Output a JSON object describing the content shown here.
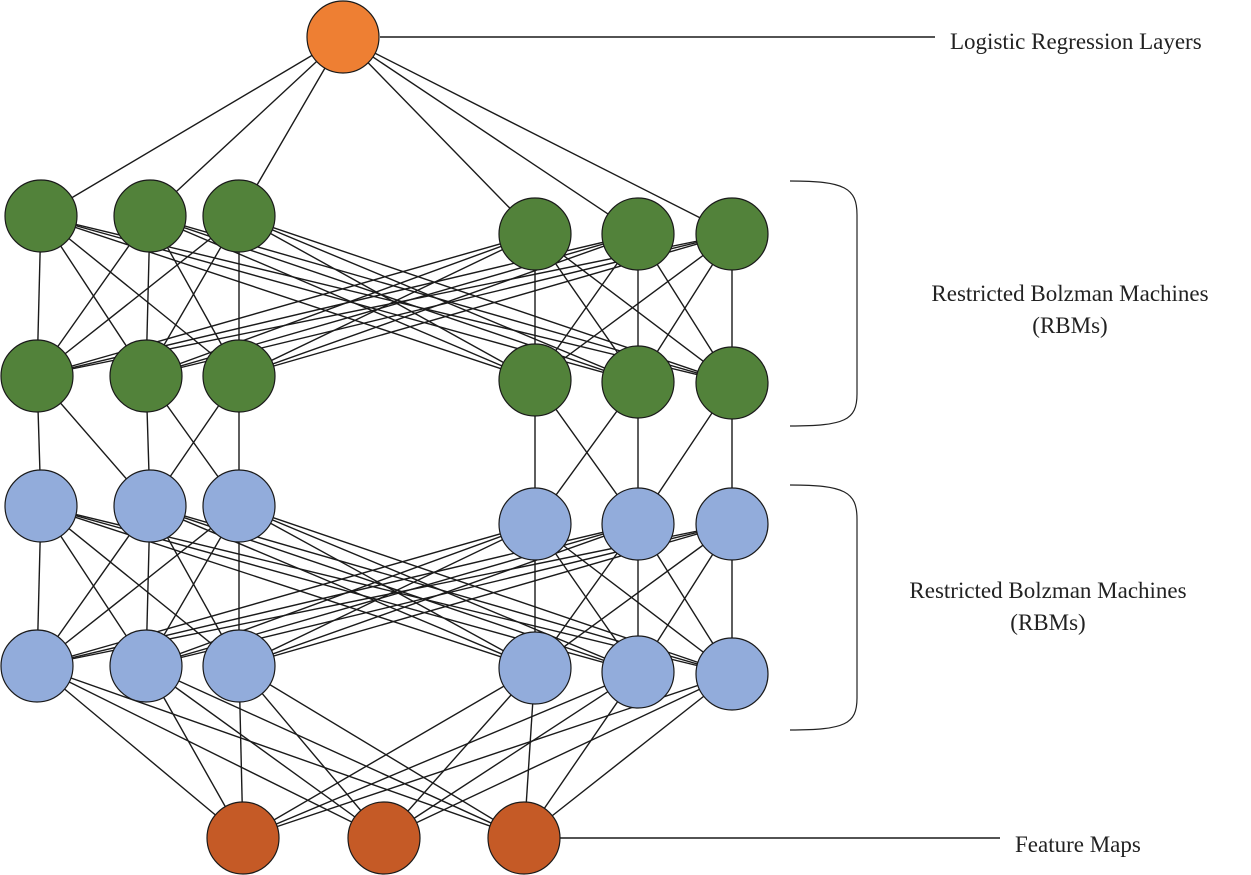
{
  "labels": {
    "logistic_regression": "Logistic Regression Layers",
    "rbm_upper": [
      "Restricted Bolzman Machines",
      "(RBMs)"
    ],
    "rbm_lower": [
      "Restricted Bolzman Machines",
      "(RBMs)"
    ],
    "feature_maps": "Feature Maps"
  },
  "colors": {
    "output_node": "#ee7f33",
    "rbm_upper_nodes": "#52823a",
    "rbm_lower_nodes": "#92acdb",
    "feature_map_nodes": "#c55a26",
    "edges": "#1a1a1a"
  },
  "structure": {
    "layers": [
      {
        "id": "output",
        "role": "logistic-regression",
        "node_count": 1
      },
      {
        "id": "rbm1-top",
        "role": "rbm-upper-hidden",
        "node_count": 6
      },
      {
        "id": "rbm1-bottom",
        "role": "rbm-upper-visible",
        "node_count": 6
      },
      {
        "id": "rbm2-top",
        "role": "rbm-lower-hidden",
        "node_count": 6
      },
      {
        "id": "rbm2-bottom",
        "role": "rbm-lower-visible",
        "node_count": 6
      },
      {
        "id": "features",
        "role": "feature-maps",
        "node_count": 3
      }
    ]
  }
}
